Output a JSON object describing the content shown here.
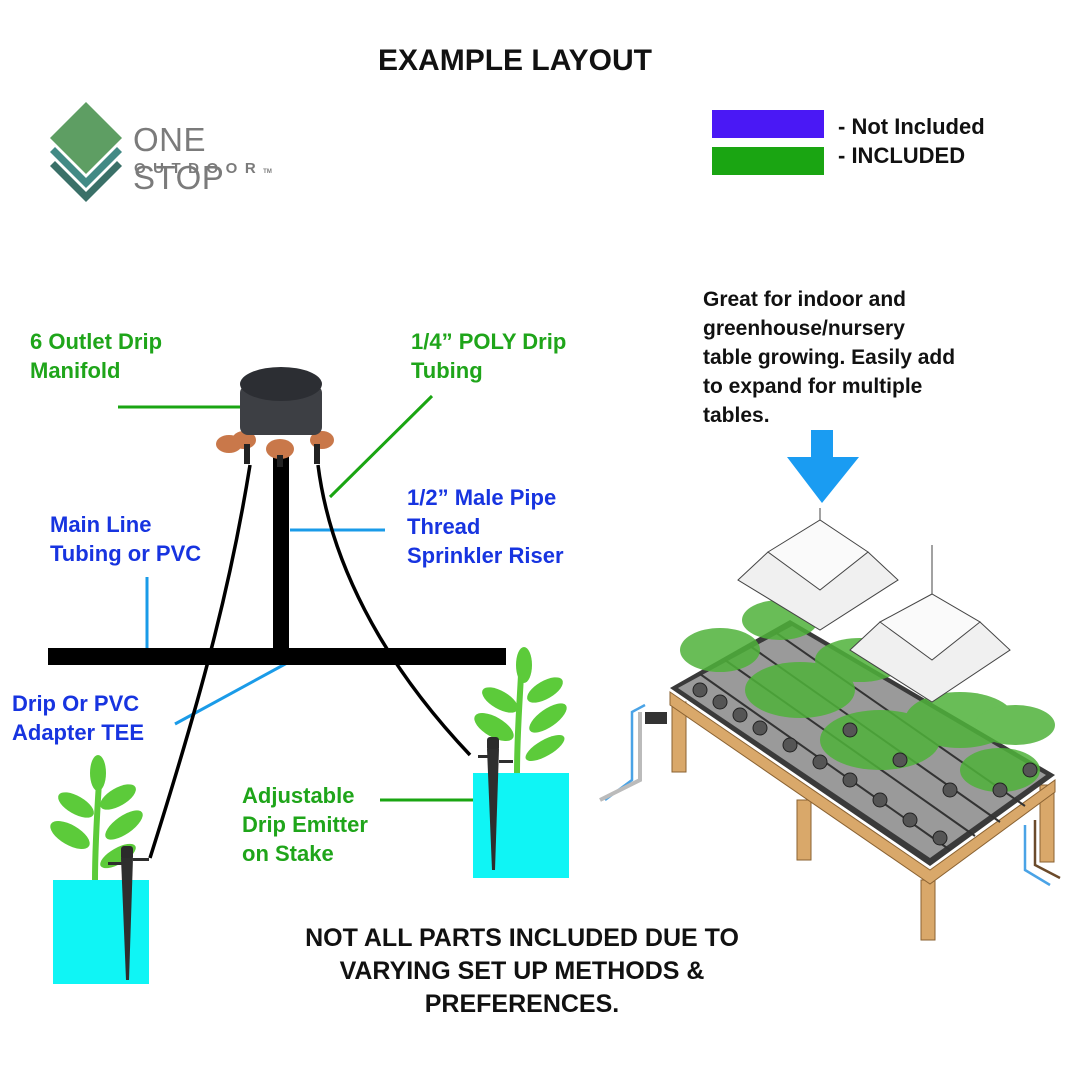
{
  "title": "EXAMPLE LAYOUT",
  "logo": {
    "line1": "ONE STOP",
    "line2": "OUTDOOR",
    "trademark": "TM",
    "colors": [
      "#5e9e63",
      "#428a85",
      "#3a7068"
    ]
  },
  "legend": [
    {
      "label": "- Not Included",
      "color": "#4a18f5"
    },
    {
      "label": "- INCLUDED",
      "color": "#1aa512"
    }
  ],
  "labels": {
    "manifold": {
      "line1": "6 Outlet Drip",
      "line2": "Manifold",
      "status": "included"
    },
    "poly_tubing": {
      "line1": "1/4” POLY Drip",
      "line2": "Tubing",
      "status": "included"
    },
    "main_line": {
      "line1": "Main Line",
      "line2": "Tubing or PVC",
      "status": "not-included"
    },
    "riser": {
      "line1": "1/2” Male Pipe",
      "line2": "Thread",
      "line3": "Sprinkler Riser",
      "status": "not-included"
    },
    "tee": {
      "line1": "Drip Or PVC",
      "line2": "Adapter TEE",
      "status": "not-included"
    },
    "emitter": {
      "line1": "Adjustable",
      "line2": "Drip Emitter",
      "line3": "on Stake",
      "status": "included"
    }
  },
  "description": {
    "lines": [
      "Great for indoor and",
      "greenhouse/nursery",
      "table growing. Easily add",
      "to expand for multiple",
      "tables."
    ]
  },
  "footer_note": {
    "lines": [
      "NOT ALL PARTS INCLUDED DUE TO",
      "VARYING SET UP METHODS &",
      "PREFERENCES."
    ]
  },
  "colors": {
    "included_label": "#1fa51a",
    "not_included_label": "#1734e0",
    "leader_green": "#1aa512",
    "leader_blue": "#1a9be8",
    "pot": "#0ff5f5",
    "plant": "#5ccb3a",
    "arrow": "#1a9cf2"
  }
}
